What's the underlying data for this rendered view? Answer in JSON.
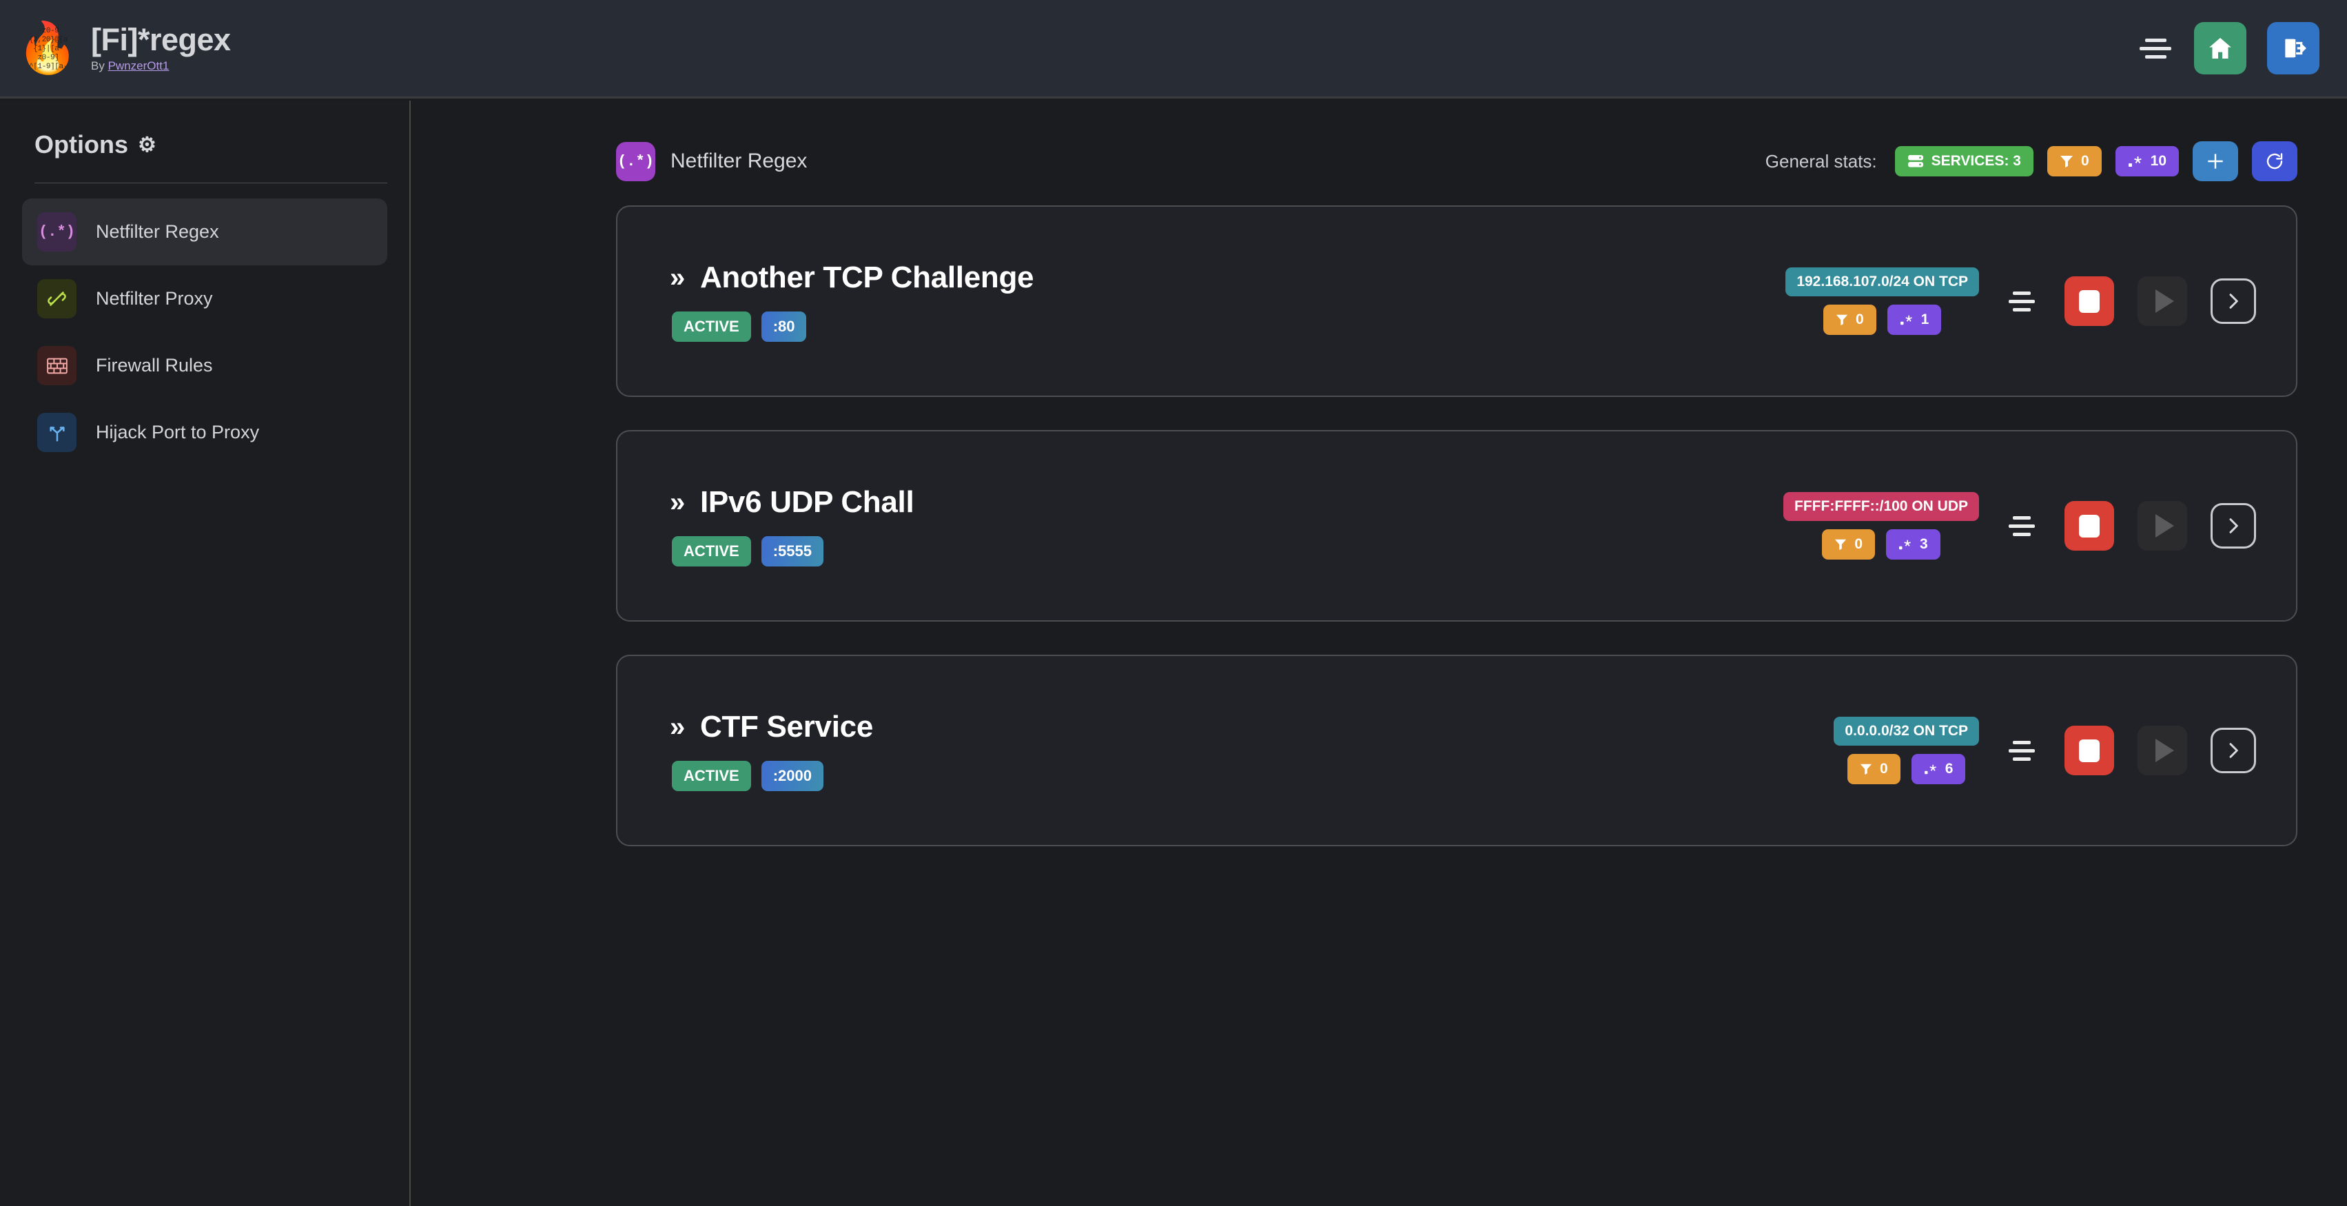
{
  "header": {
    "logo_icon": "flame-regex-logo",
    "logo_overlay_text": "-z0-9\n{2,20}@[a-z\n{1}|[a-z0-9]\n^[1-9][a-z]",
    "title": "[Fi]*regex",
    "by_prefix": "By ",
    "author": "PwnzerOtt1",
    "menu_icon": "hamburger-icon",
    "home_icon": "home-icon",
    "logout_icon": "logout-icon"
  },
  "sidebar": {
    "heading": "Options",
    "heading_icon": "gear-icon",
    "items": [
      {
        "label": "Netfilter Regex",
        "icon": "regex-icon",
        "glyph": "(.*)",
        "active": true
      },
      {
        "label": "Netfilter Proxy",
        "icon": "plug-icon",
        "glyph": "⚯",
        "active": false
      },
      {
        "label": "Firewall Rules",
        "icon": "brick-wall-icon",
        "glyph": "▤",
        "active": false
      },
      {
        "label": "Hijack Port to Proxy",
        "icon": "branch-arrow-icon",
        "glyph": "⤪",
        "active": false
      }
    ]
  },
  "main": {
    "page_icon": "regex-icon",
    "page_icon_glyph": "(.*)",
    "page_title": "Netfilter Regex",
    "stats_label": "General stats:",
    "stats": {
      "services_icon": "server-icon",
      "services_label": "SERVICES: 3",
      "filter_icon": "filter-icon",
      "filter_count": "0",
      "regex_icon": "regex-dot-star-icon",
      "regex_count": "10"
    },
    "add_button_icon": "plus-icon",
    "refresh_button_icon": "refresh-icon",
    "cards": [
      {
        "chevron": "»",
        "title": "Another TCP Challenge",
        "status": "ACTIVE",
        "port": ":80",
        "network": "192.168.107.0/24 ON TCP",
        "proto": "tcp",
        "filter_count": "0",
        "regex_count": "1",
        "list_icon": "list-icon",
        "stop_icon": "stop-icon",
        "play_icon": "play-icon",
        "open_icon": "chevron-right-icon"
      },
      {
        "chevron": "»",
        "title": "IPv6 UDP Chall",
        "status": "ACTIVE",
        "port": ":5555",
        "network": "FFFF:FFFF::/100 ON UDP",
        "proto": "udp",
        "filter_count": "0",
        "regex_count": "3",
        "list_icon": "list-icon",
        "stop_icon": "stop-icon",
        "play_icon": "play-icon",
        "open_icon": "chevron-right-icon"
      },
      {
        "chevron": "»",
        "title": "CTF Service",
        "status": "ACTIVE",
        "port": ":2000",
        "network": "0.0.0.0/32 ON TCP",
        "proto": "tcp",
        "filter_count": "0",
        "regex_count": "6",
        "list_icon": "list-icon",
        "stop_icon": "stop-icon",
        "play_icon": "play-icon",
        "open_icon": "chevron-right-icon"
      }
    ]
  },
  "colors": {
    "accent_purple": "#9b3fc4",
    "green": "#4caf50",
    "orange": "#e59934",
    "regex_purple": "#7a4ce0",
    "teal": "#358d9b",
    "pink": "#c93a63",
    "red": "#d93f34",
    "blue": "#3b82c4",
    "indigo": "#4054d8",
    "bg": "#1b1c20",
    "topbar_bg": "#282c34"
  }
}
